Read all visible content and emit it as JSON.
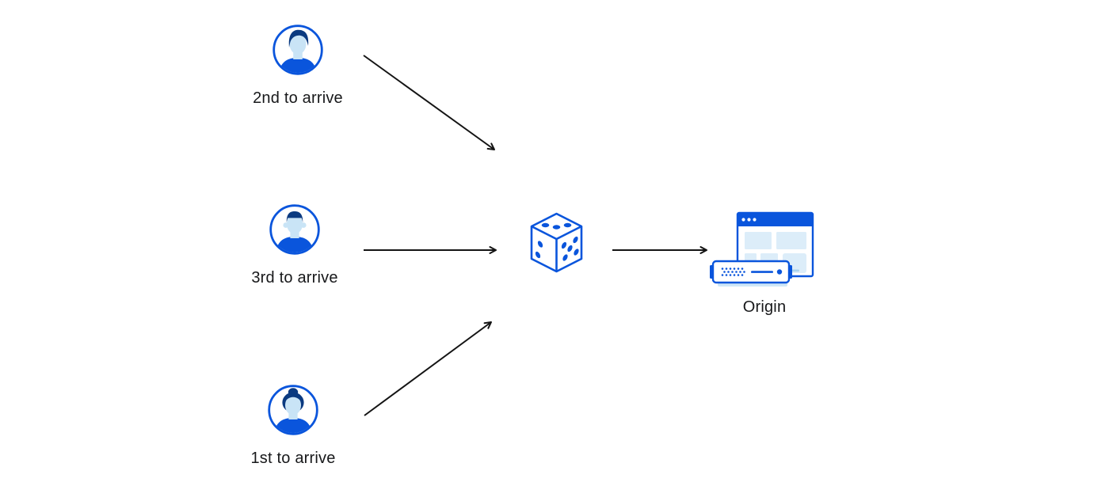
{
  "diagram": {
    "type": "flow-illustration",
    "background": "#ffffff",
    "colors": {
      "icon_blue": "#0a55dc",
      "icon_dark_navy": "#0b3a80",
      "icon_face_blue": "#c9e4f6",
      "icon_pale_blue": "#dcedf9",
      "icon_base_blue": "#cfe7f7",
      "arrow_black": "#141414",
      "label_text": "#17181a"
    },
    "nodes": [
      {
        "id": "user-2nd",
        "label": "2nd to arrive",
        "icon": "person-avatar-male-swept-hair"
      },
      {
        "id": "user-3rd",
        "label": "3rd to arrive",
        "icon": "person-avatar-male-flat-hair"
      },
      {
        "id": "user-1st",
        "label": "1st to arrive",
        "icon": "person-avatar-female-bun"
      },
      {
        "id": "dice",
        "label": "",
        "icon": "dice-random-selection"
      },
      {
        "id": "origin",
        "label": "Origin",
        "icon": "origin-browser-and-server"
      }
    ],
    "edges": [
      {
        "from": "user-2nd",
        "to": "dice"
      },
      {
        "from": "user-3rd",
        "to": "dice"
      },
      {
        "from": "user-1st",
        "to": "dice"
      },
      {
        "from": "dice",
        "to": "origin"
      }
    ]
  }
}
